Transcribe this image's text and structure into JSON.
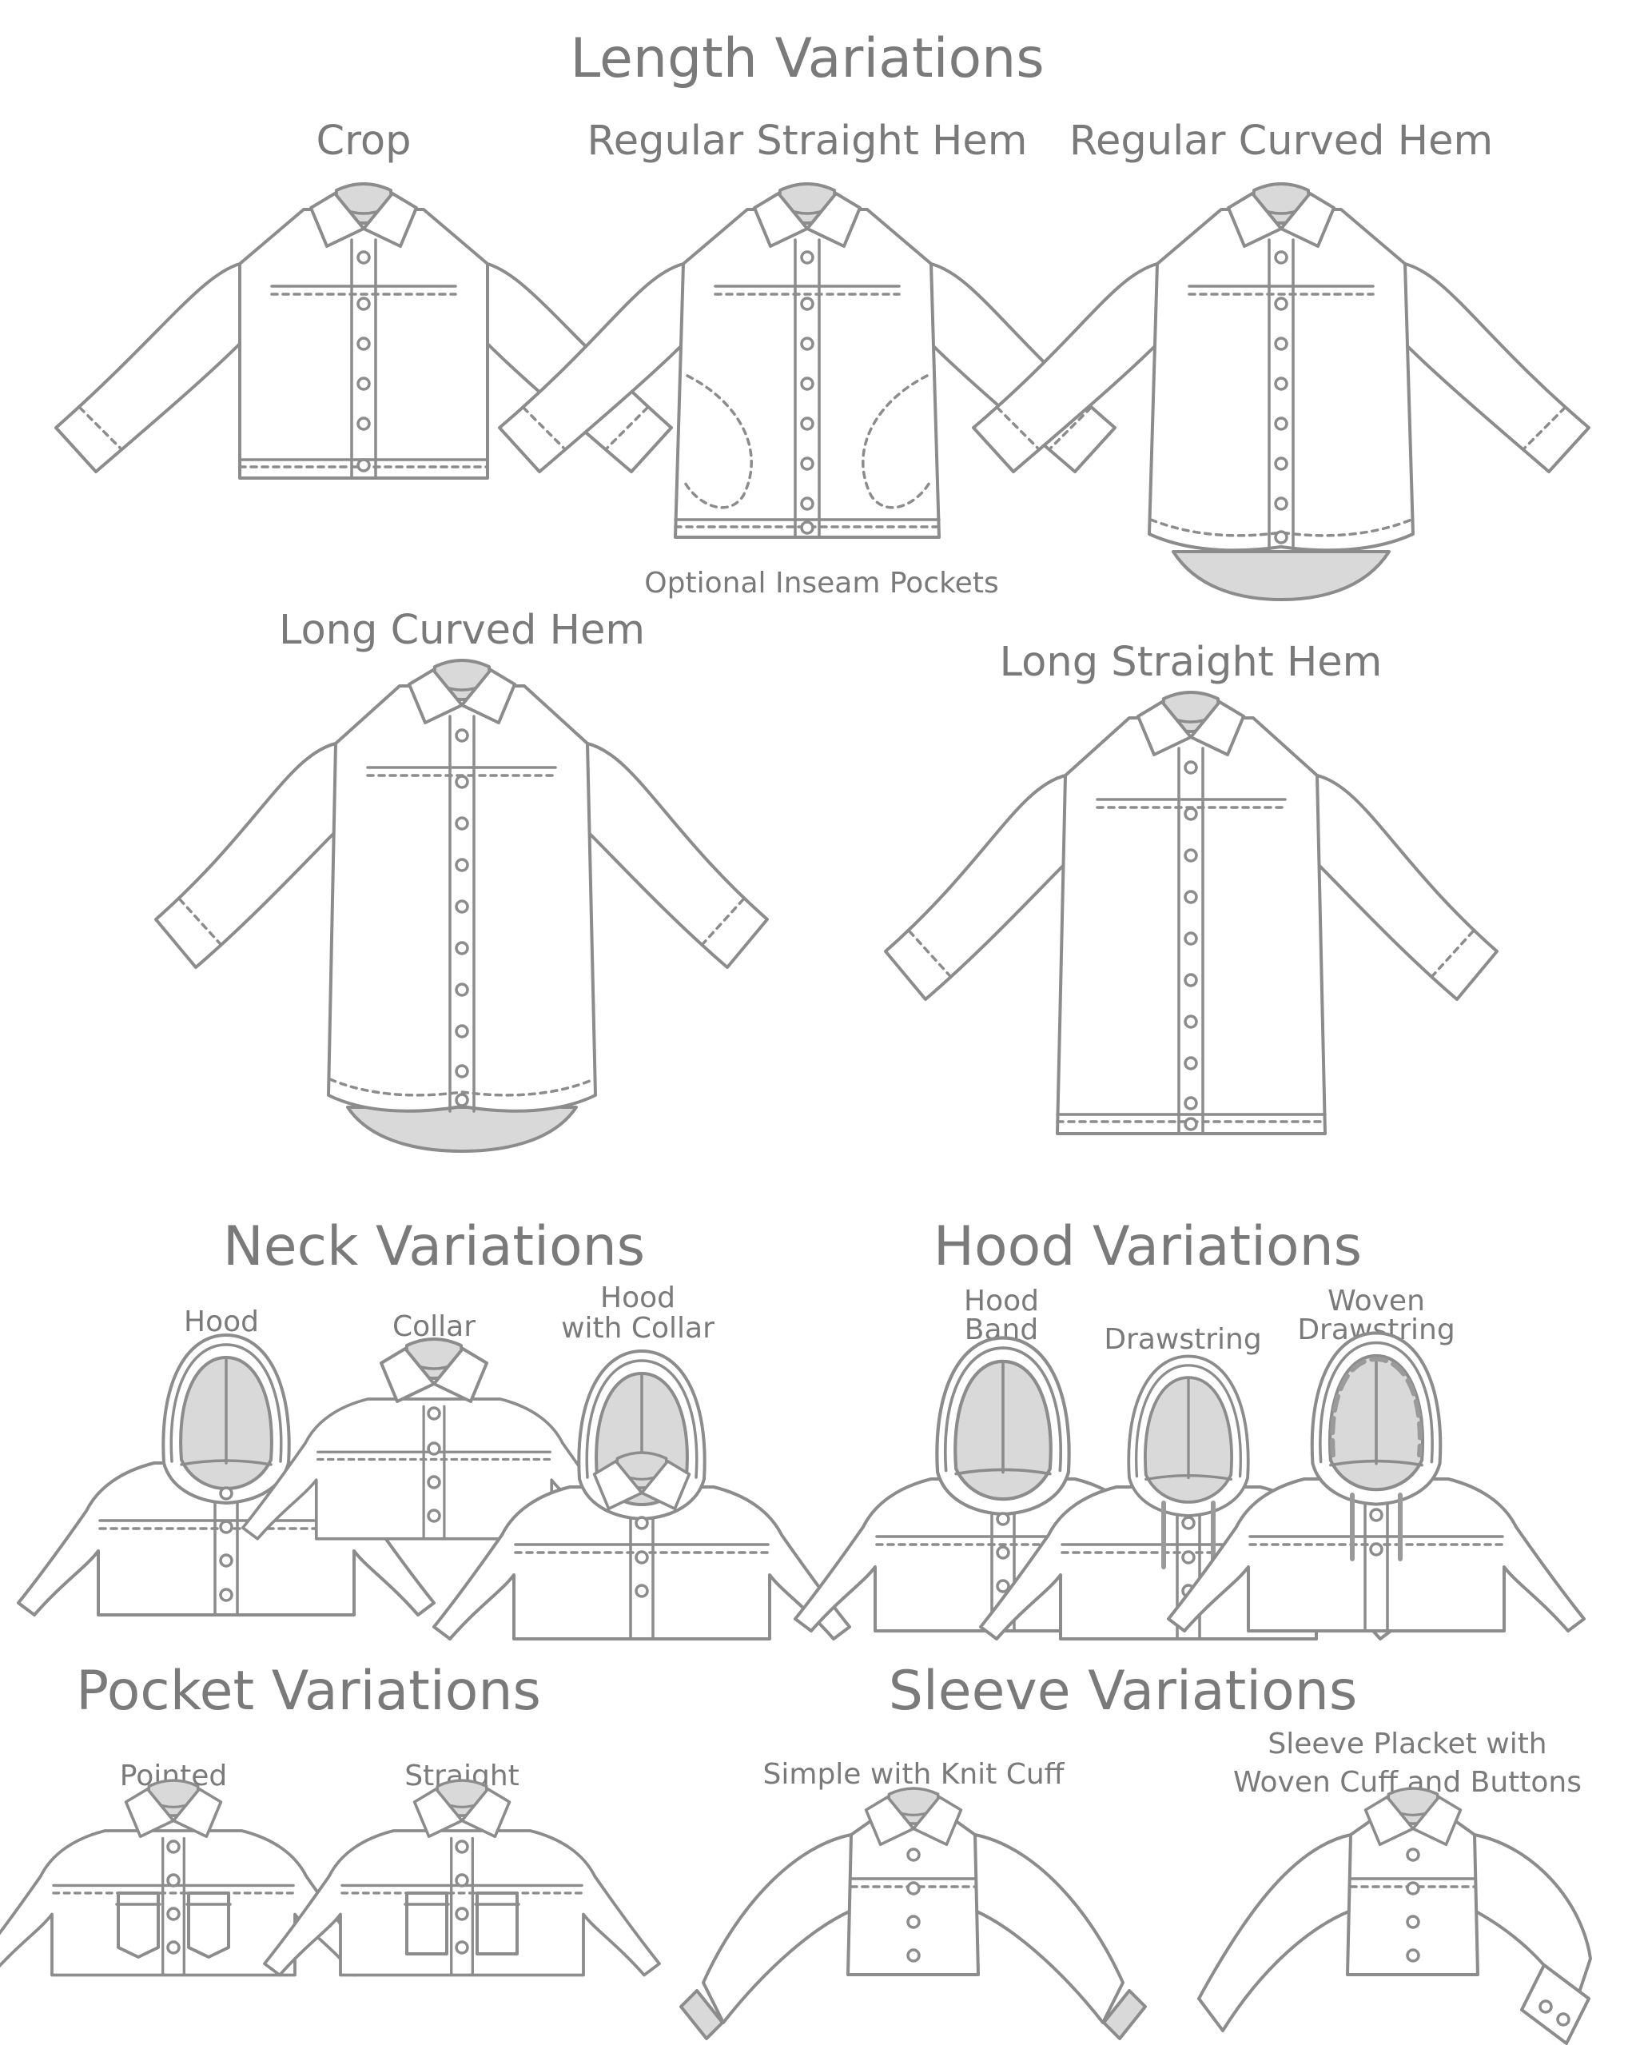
{
  "sections": {
    "length": {
      "title": "Length Variations",
      "crop": "Crop",
      "regular_straight": "Regular Straight Hem",
      "regular_curved": "Regular Curved Hem",
      "inseam_note": "Optional Inseam Pockets",
      "long_curved": "Long Curved Hem",
      "long_straight": "Long Straight Hem"
    },
    "neck": {
      "title": "Neck Variations",
      "hood": "Hood",
      "collar": "Collar",
      "hood_collar_1": "Hood",
      "hood_collar_2": "with Collar"
    },
    "hood": {
      "title": "Hood Variations",
      "band_1": "Hood",
      "band_2": "Band",
      "drawstring": "Drawstring",
      "woven_1": "Woven",
      "woven_2": "Drawstring"
    },
    "pocket": {
      "title": "Pocket Variations",
      "pointed": "Pointed",
      "straight": "Straight"
    },
    "sleeve": {
      "title": "Sleeve Variations",
      "knit": "Simple with Knit Cuff",
      "placket_1": "Sleeve Placket with",
      "placket_2": "Woven Cuff and Buttons"
    }
  },
  "colors": {
    "line": "#8c8c8c",
    "fill": "#ffffff",
    "shade": "#d9d9d9",
    "text": "#7a7a7a"
  }
}
